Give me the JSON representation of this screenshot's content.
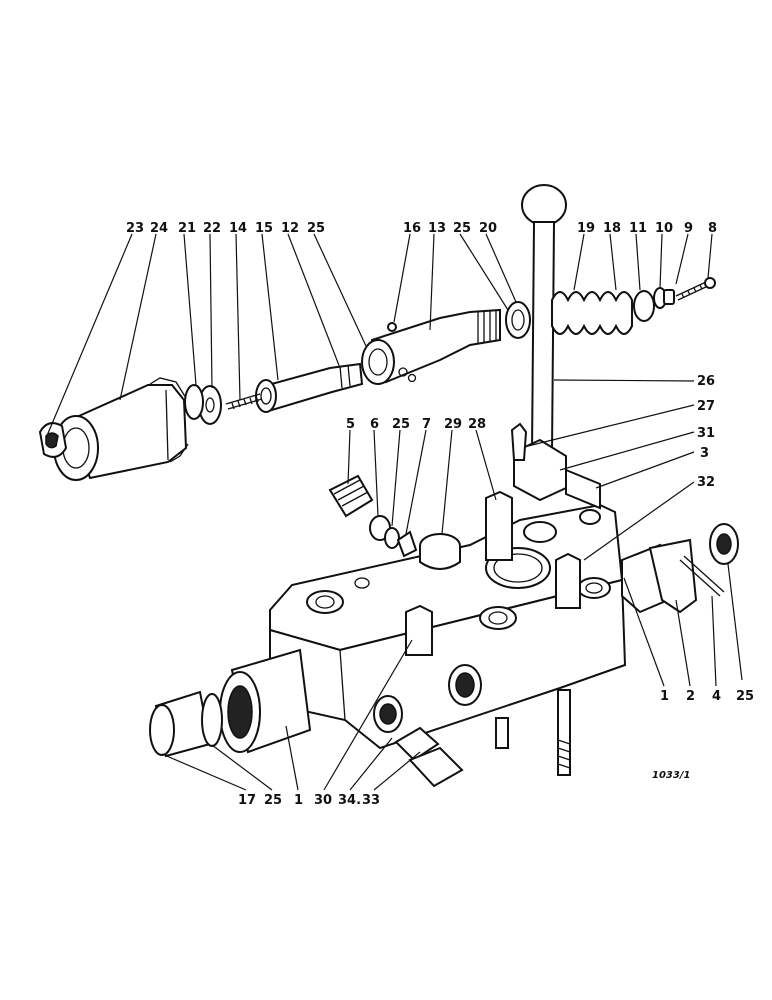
{
  "labels": {
    "l23": "23",
    "l24": "24",
    "l21": "21",
    "l22": "22",
    "l14": "14",
    "l15": "15",
    "l12": "12",
    "l25a": "25",
    "l16": "16",
    "l13": "13",
    "l25b": "25",
    "l20": "20",
    "l19": "19",
    "l18": "18",
    "l11": "11",
    "l10": "10",
    "l9": "9",
    "l8": "8",
    "l26": "26",
    "l27": "27",
    "l31": "31",
    "l3": "3",
    "l32": "32",
    "l5": "5",
    "l6": "6",
    "l25c": "25",
    "l7": "7",
    "l29": "29",
    "l28": "28",
    "l1r": "1",
    "l2": "2",
    "l4": "4",
    "l25r": "25",
    "l17": "17",
    "l25d": "25",
    "l1b": "1",
    "l30": "30",
    "l34": "34.",
    "l33": "33"
  },
  "reference": "1033/1"
}
